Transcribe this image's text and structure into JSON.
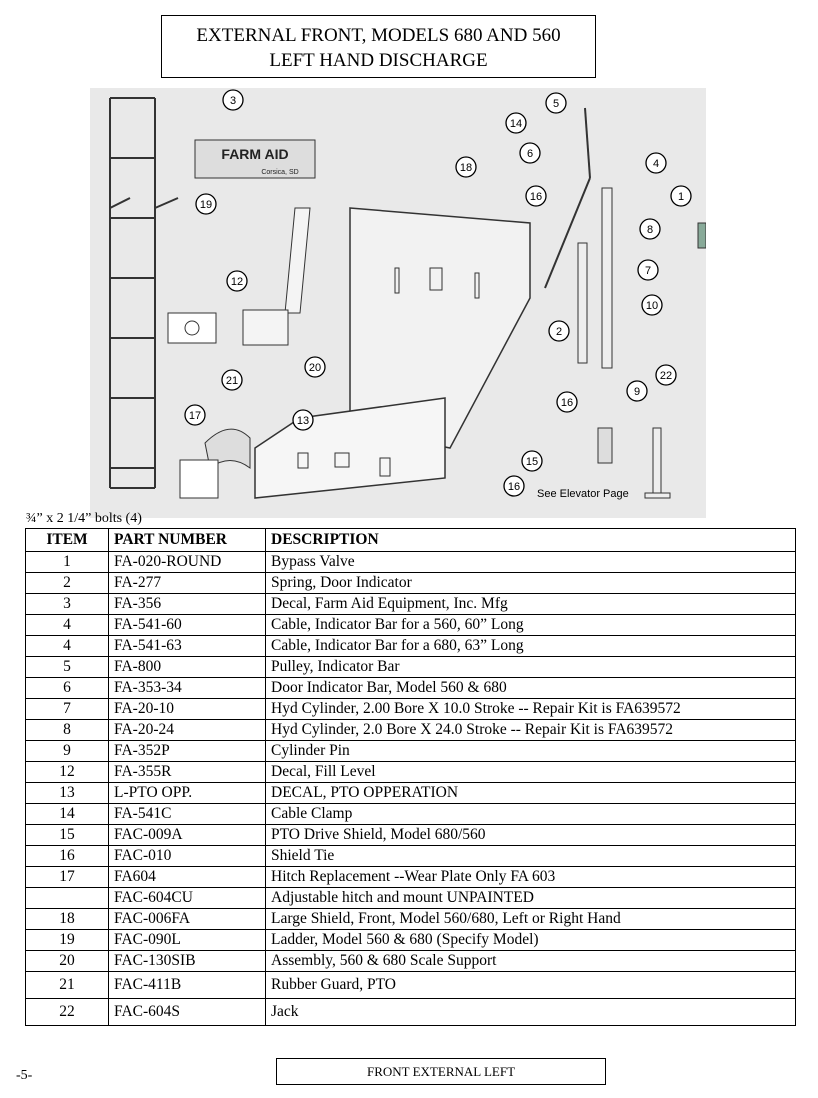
{
  "header": {
    "title_line1": "EXTERNAL FRONT, MODELS 680 AND 560",
    "title_line2": "LEFT HAND DISCHARGE"
  },
  "diagram": {
    "decal_brand": "FARM AID",
    "decal_location": "Corsica, SD",
    "see_elevator_note": "See Elevator Page",
    "callouts": [
      "1",
      "2",
      "3",
      "4",
      "5",
      "6",
      "7",
      "8",
      "9",
      "10",
      "12",
      "13",
      "14",
      "15",
      "16",
      "17",
      "18",
      "19",
      "20",
      "21",
      "22"
    ],
    "bolts_note": "¾” x 2 1/4” bolts (4)"
  },
  "table": {
    "headers": {
      "item": "ITEM",
      "part_number": "PART NUMBER",
      "description": "DESCRIPTION"
    },
    "rows": [
      {
        "item": "1",
        "part": "FA-020-ROUND",
        "desc": "Bypass Valve"
      },
      {
        "item": "2",
        "part": "FA-277",
        "desc": "Spring, Door Indicator"
      },
      {
        "item": "3",
        "part": "FA-356",
        "desc": "Decal, Farm Aid Equipment, Inc. Mfg"
      },
      {
        "item": "4",
        "part": "FA-541-60",
        "desc": "Cable, Indicator Bar for a 560, 60” Long"
      },
      {
        "item": "4",
        "part": "FA-541-63",
        "desc": "Cable, Indicator Bar for a 680, 63” Long"
      },
      {
        "item": "5",
        "part": "FA-800",
        "desc": "Pulley, Indicator Bar"
      },
      {
        "item": "6",
        "part": "FA-353-34",
        "desc": "Door Indicator Bar, Model 560 & 680"
      },
      {
        "item": "7",
        "part": "FA-20-10",
        "desc": "Hyd Cylinder, 2.00 Bore X 10.0 Stroke -- Repair Kit is FA639572"
      },
      {
        "item": "8",
        "part": "FA-20-24",
        "desc": "Hyd Cylinder, 2.0 Bore X 24.0 Stroke -- Repair Kit is FA639572"
      },
      {
        "item": "9",
        "part": "FA-352P",
        "desc": "Cylinder Pin"
      },
      {
        "item": "12",
        "part": "FA-355R",
        "desc": "Decal, Fill Level"
      },
      {
        "item": "13",
        "part": "L-PTO OPP.",
        "desc": "DECAL, PTO OPPERATION"
      },
      {
        "item": "14",
        "part": "FA-541C",
        "desc": "Cable Clamp"
      },
      {
        "item": "15",
        "part": "FAC-009A",
        "desc": "PTO Drive Shield, Model 680/560"
      },
      {
        "item": "16",
        "part": "FAC-010",
        "desc": "Shield Tie"
      },
      {
        "item": "17",
        "part": "FA604",
        "desc": "Hitch Replacement --Wear Plate Only FA 603"
      },
      {
        "item": "",
        "part": "FAC-604CU",
        "desc": "Adjustable hitch and mount UNPAINTED"
      },
      {
        "item": "18",
        "part": "FAC-006FA",
        "desc": "Large Shield, Front, Model 560/680, Left or Right Hand"
      },
      {
        "item": "19",
        "part": "FAC-090L",
        "desc": "Ladder, Model 560 & 680 (Specify Model)"
      },
      {
        "item": "20",
        "part": "FAC-130SIB",
        "desc": "Assembly, 560 & 680 Scale Support"
      },
      {
        "item": "21",
        "part": "FAC-411B",
        "desc": "Rubber Guard, PTO"
      },
      {
        "item": "22",
        "part": "FAC-604S",
        "desc": "Jack"
      }
    ]
  },
  "footer": {
    "page_number": "-5-",
    "label": "FRONT EXTERNAL LEFT"
  }
}
